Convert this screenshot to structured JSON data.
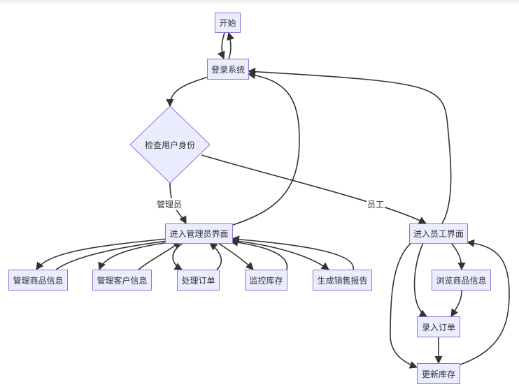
{
  "nodes": {
    "start": "开始",
    "login": "登录系统",
    "check": "检查用户身份",
    "admin": "进入管理员界面",
    "employee": "进入员工界面",
    "manage_goods": "管理商品信息",
    "manage_customers": "管理客户信息",
    "handle_orders": "处理订单",
    "monitor_stock": "监控库存",
    "sales_report": "生成销售报告",
    "browse_goods": "浏览商品信息",
    "enter_order": "录入订单",
    "update_stock": "更新库存"
  },
  "edge_labels": {
    "admin": "管理员",
    "employee": "员工"
  },
  "colors": {
    "node_fill": "#ececff",
    "node_border": "#9370db",
    "edge": "#333333"
  }
}
